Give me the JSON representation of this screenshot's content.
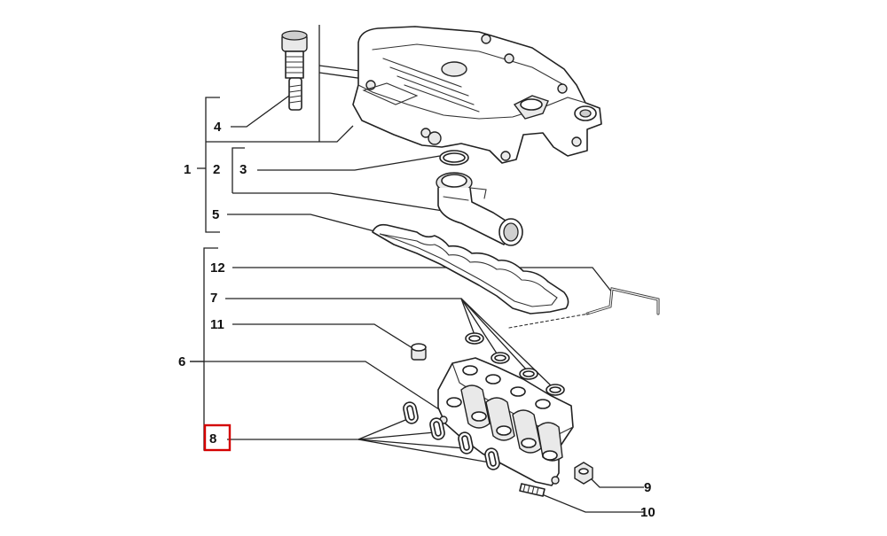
{
  "diagram": {
    "labels": [
      {
        "id": "1",
        "text": "1"
      },
      {
        "id": "2",
        "text": "2"
      },
      {
        "id": "3",
        "text": "3"
      },
      {
        "id": "4",
        "text": "4"
      },
      {
        "id": "5",
        "text": "5"
      },
      {
        "id": "6",
        "text": "6"
      },
      {
        "id": "7",
        "text": "7"
      },
      {
        "id": "8",
        "text": "8"
      },
      {
        "id": "9",
        "text": "9"
      },
      {
        "id": "10",
        "text": "10"
      },
      {
        "id": "11",
        "text": "11"
      },
      {
        "id": "12",
        "text": "12"
      }
    ],
    "highlighted_label": "8",
    "highlight_color": "#d40000"
  }
}
